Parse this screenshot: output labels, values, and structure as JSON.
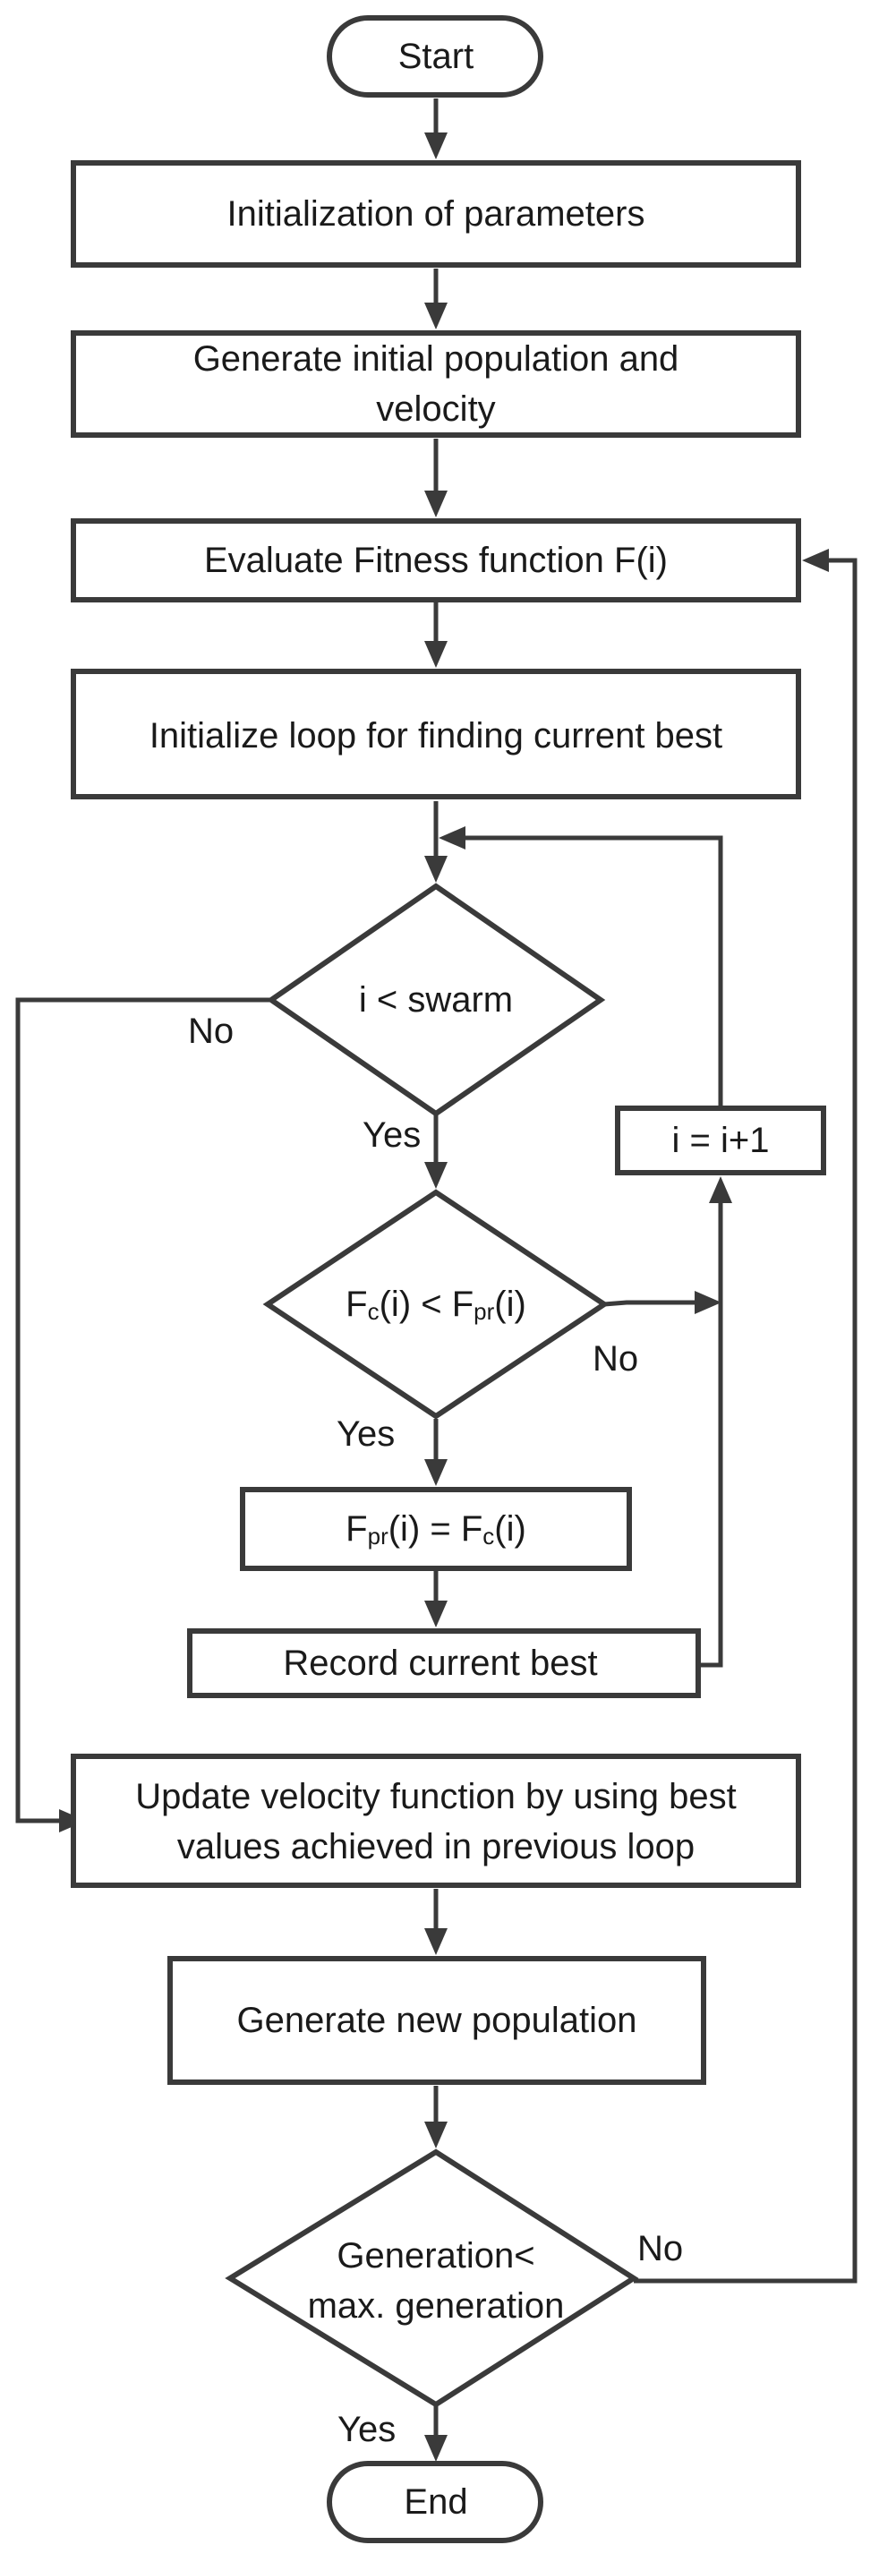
{
  "nodes": {
    "start": "Start",
    "init_params": "Initialization of parameters",
    "gen_pop_line1": "Generate initial population and",
    "gen_pop_line2": "velocity",
    "eval_fitness": "Evaluate Fitness function F(i)",
    "init_loop": "Initialize loop for finding current best",
    "cond_swarm": "i < swarm",
    "increment": "i = i+1",
    "cond_fitness": {
      "f1": "F",
      "s1": "c",
      "m1": "(i) < F",
      "s2": "pr",
      "m2": "(i)"
    },
    "assign_best": {
      "f1": "F",
      "s1": "pr",
      "m1": "(i) = F",
      "s2": "c",
      "m2": "(i)"
    },
    "record_best": "Record current best",
    "update_velocity_line1": "Update velocity function by using best",
    "update_velocity_line2": "values achieved in previous loop",
    "gen_new_pop": "Generate new population",
    "cond_generation_line1": "Generation<",
    "cond_generation_line2": "max. generation",
    "end": "End"
  },
  "edge_labels": {
    "swarm_no": "No",
    "swarm_yes": "Yes",
    "fitness_no": "No",
    "fitness_yes": "Yes",
    "generation_no": "No",
    "generation_yes": "Yes"
  }
}
